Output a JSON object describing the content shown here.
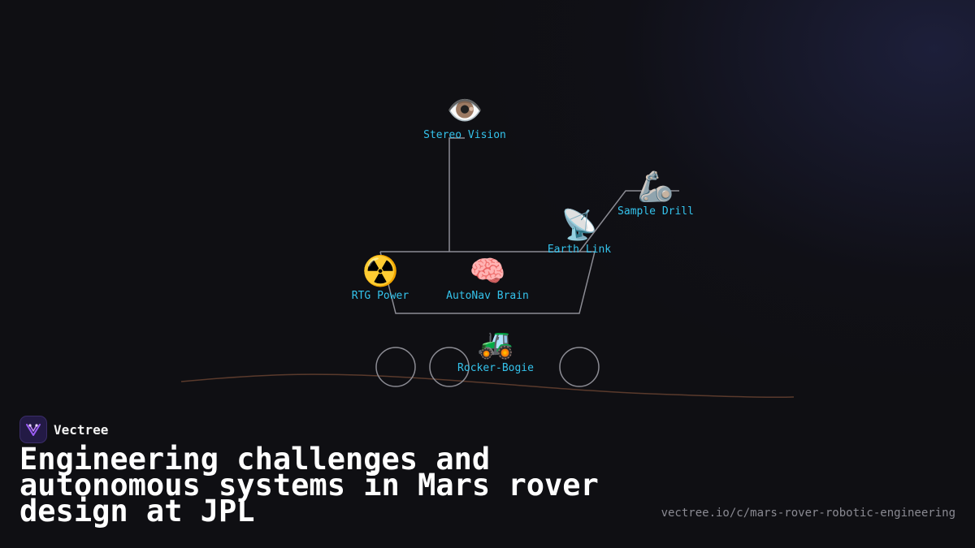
{
  "diagram": {
    "nodes": [
      {
        "id": "stereo-vision",
        "icon": "eye-icon",
        "glyph": "👁️",
        "label": "Stereo Vision"
      },
      {
        "id": "sample-drill",
        "icon": "robot-arm-icon",
        "glyph": "🦾",
        "label": "Sample Drill"
      },
      {
        "id": "earth-link",
        "icon": "satellite-dish-icon",
        "glyph": "📡",
        "label": "Earth Link"
      },
      {
        "id": "rtg-power",
        "icon": "radioactive-icon",
        "glyph": "☢️",
        "label": "RTG Power"
      },
      {
        "id": "autonav-brain",
        "icon": "brain-icon",
        "glyph": "🧠",
        "label": "AutoNav Brain"
      },
      {
        "id": "rocker-bogie",
        "icon": "tractor-icon",
        "glyph": "🚜",
        "label": "Rocker-Bogie"
      }
    ],
    "colors": {
      "line": "#8c8c94",
      "wheel": "#8c8c94",
      "terrain": "#5a3a2c",
      "label": "#34c3ec"
    }
  },
  "brand": {
    "name": "Vectree",
    "logo_icon": "vectree-logo-icon"
  },
  "title": "Engineering challenges and autonomous systems in Mars rover design at JPL",
  "url": "vectree.io/c/mars-rover-robotic-engineering"
}
